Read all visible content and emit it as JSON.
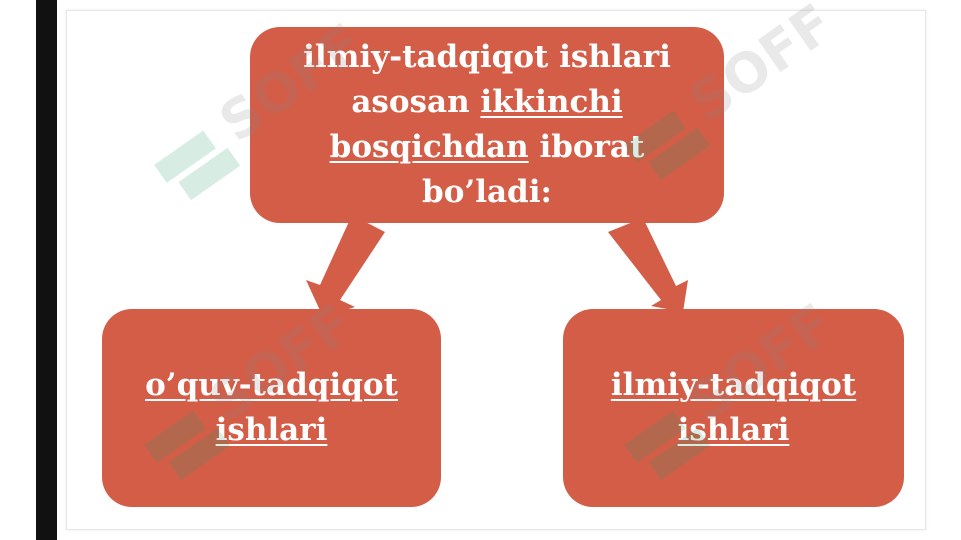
{
  "diagram": {
    "top_box": {
      "line1": "ilmiy-tadqiqot ishlari",
      "line2_plain": "asosan ",
      "line2_underlined": "ikkinchi",
      "line3_underlined": "bosqichdan",
      "line3_plain": " iborat",
      "line4": "bo’ladi:"
    },
    "left_box": {
      "line1": "o’quv-tadqiqot",
      "line2": "ishlari"
    },
    "right_box": {
      "line1": "ilmiy-tadqiqot",
      "line2": "ishlari"
    }
  },
  "watermark_text": "SOFF",
  "colors": {
    "box_fill": "#d35d47",
    "text": "#ffffff",
    "left_bar": "#111111"
  }
}
